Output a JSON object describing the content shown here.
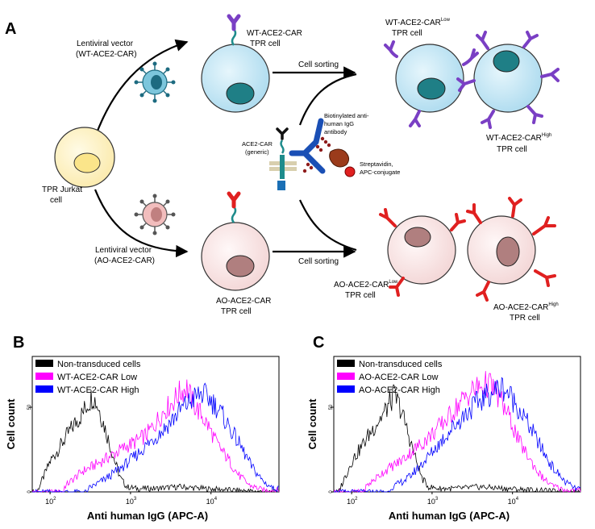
{
  "panels": {
    "a": "A",
    "b": "B",
    "c": "C"
  },
  "diagram": {
    "start_cell": [
      "TPR Jurkat",
      "cell"
    ],
    "vector_wt": [
      "Lentiviral vector",
      "(WT-ACE2-CAR)"
    ],
    "vector_ao": [
      "Lentiviral vector",
      "(AO-ACE2-CAR)"
    ],
    "wt_cell": [
      "WT-ACE2-CAR",
      "TPR cell"
    ],
    "ao_cell": [
      "AO-ACE2-CAR",
      "TPR cell"
    ],
    "sorting_top": "Cell sorting",
    "sorting_bottom": "Cell sorting",
    "wt_low": {
      "name": "WT-ACE2-CAR",
      "sup": "Low",
      "line2": "TPR cell"
    },
    "wt_high": {
      "name": "WT-ACE2-CAR",
      "sup": "High",
      "line2": "TPR cell"
    },
    "ao_low": {
      "name": "AO-ACE2-CAR",
      "sup": "Low",
      "line2": "TPR cell"
    },
    "ao_high": {
      "name": "AO-ACE2-CAR",
      "sup": "High",
      "line2": "TPR cell"
    },
    "car_label": [
      "ACE2-CAR",
      "(generic)"
    ],
    "antibody_label": [
      "Biotinylated anti-",
      "human IgG",
      "antibody"
    ],
    "strep_label": [
      "Streptavidin,",
      "APC-conjugate"
    ],
    "colors": {
      "wt_receptor": "#7a3fc4",
      "ao_receptor": "#e02020",
      "linker": "#1e8c8c",
      "wt_cell_fill": "#bfe4f2",
      "ao_cell_fill": "#f7e2e2",
      "wt_nucleus": "#1f7f86",
      "ao_nucleus": "#b07f7f",
      "start_fill": "#fdf3c4",
      "antibody": "#1a4fb5",
      "strep": "#9b3b1b",
      "apc": "#e02020"
    }
  },
  "chart_data": [
    {
      "panel": "B",
      "type": "line",
      "xlabel": "Anti human IgG (APC-A)",
      "ylabel": "Cell count",
      "x_scale": "log",
      "xlim": [
        60,
        70000
      ],
      "ylim": [
        0,
        80
      ],
      "x_ticks": [
        {
          "label": "10",
          "sup": "2"
        },
        {
          "label": "10",
          "sup": "3"
        },
        {
          "label": "10",
          "sup": "4"
        }
      ],
      "y_ticks": [
        "0",
        "50"
      ],
      "legend_position": "top-left",
      "series": [
        {
          "name": "Non-transduced cells",
          "color": "#000000",
          "x": [
            70,
            85,
            100,
            130,
            160,
            200,
            250,
            300,
            340,
            400,
            480,
            600,
            750,
            900,
            1200,
            2000,
            4000,
            8000,
            20000,
            50000
          ],
          "y": [
            1,
            10,
            18,
            26,
            33,
            40,
            46,
            53,
            57,
            50,
            38,
            22,
            8,
            3,
            2,
            2,
            3,
            2,
            1,
            0
          ]
        },
        {
          "name": "WT-ACE2-CAR Low",
          "color": "#ff00ff",
          "x": [
            150,
            250,
            400,
            600,
            900,
            1200,
            1600,
            2000,
            2600,
            3200,
            4000,
            5000,
            6000,
            7500,
            9500,
            12000,
            16000,
            22000,
            30000,
            45000
          ],
          "y": [
            3,
            12,
            17,
            22,
            27,
            30,
            34,
            40,
            48,
            52,
            58,
            62,
            52,
            46,
            38,
            28,
            20,
            10,
            4,
            1
          ]
        },
        {
          "name": "WT-ACE2-CAR High",
          "color": "#0000ff",
          "x": [
            300,
            500,
            800,
            1200,
            1800,
            2600,
            3500,
            4500,
            6000,
            7500,
            9000,
            11000,
            14000,
            18000,
            24000,
            32000,
            45000,
            60000
          ],
          "y": [
            2,
            8,
            15,
            22,
            30,
            37,
            44,
            50,
            55,
            58,
            56,
            52,
            45,
            36,
            26,
            15,
            6,
            2
          ]
        }
      ]
    },
    {
      "panel": "C",
      "type": "line",
      "xlabel": "Anti human IgG (APC-A)",
      "ylabel": "Cell count",
      "x_scale": "log",
      "xlim": [
        60,
        70000
      ],
      "ylim": [
        0,
        80
      ],
      "x_ticks": [
        {
          "label": "10",
          "sup": "2"
        },
        {
          "label": "10",
          "sup": "3"
        },
        {
          "label": "10",
          "sup": "4"
        }
      ],
      "y_ticks": [
        "0",
        "50"
      ],
      "legend_position": "top-left",
      "series": [
        {
          "name": "Non-transduced cells",
          "color": "#000000",
          "x": [
            70,
            85,
            100,
            130,
            160,
            200,
            250,
            300,
            340,
            400,
            480,
            600,
            750,
            900,
            1200,
            2000,
            4000,
            8000,
            20000,
            50000
          ],
          "y": [
            1,
            10,
            18,
            26,
            33,
            40,
            46,
            53,
            57,
            50,
            38,
            22,
            8,
            3,
            2,
            2,
            3,
            2,
            1,
            0
          ]
        },
        {
          "name": "AO-ACE2-CAR Low",
          "color": "#ff00ff",
          "x": [
            150,
            250,
            400,
            600,
            900,
            1200,
            1600,
            2000,
            2600,
            3200,
            4000,
            5000,
            6000,
            7500,
            9500,
            12000,
            16000,
            22000,
            30000,
            45000
          ],
          "y": [
            3,
            12,
            18,
            25,
            32,
            38,
            44,
            50,
            56,
            60,
            62,
            64,
            60,
            52,
            42,
            30,
            20,
            10,
            4,
            1
          ]
        },
        {
          "name": "AO-ACE2-CAR High",
          "color": "#0000ff",
          "x": [
            300,
            500,
            800,
            1200,
            1800,
            2600,
            3500,
            4500,
            6000,
            7500,
            9000,
            11000,
            14000,
            18000,
            24000,
            32000,
            45000,
            60000
          ],
          "y": [
            2,
            8,
            18,
            28,
            38,
            46,
            52,
            56,
            60,
            62,
            58,
            52,
            44,
            35,
            24,
            14,
            6,
            2
          ]
        }
      ]
    }
  ]
}
